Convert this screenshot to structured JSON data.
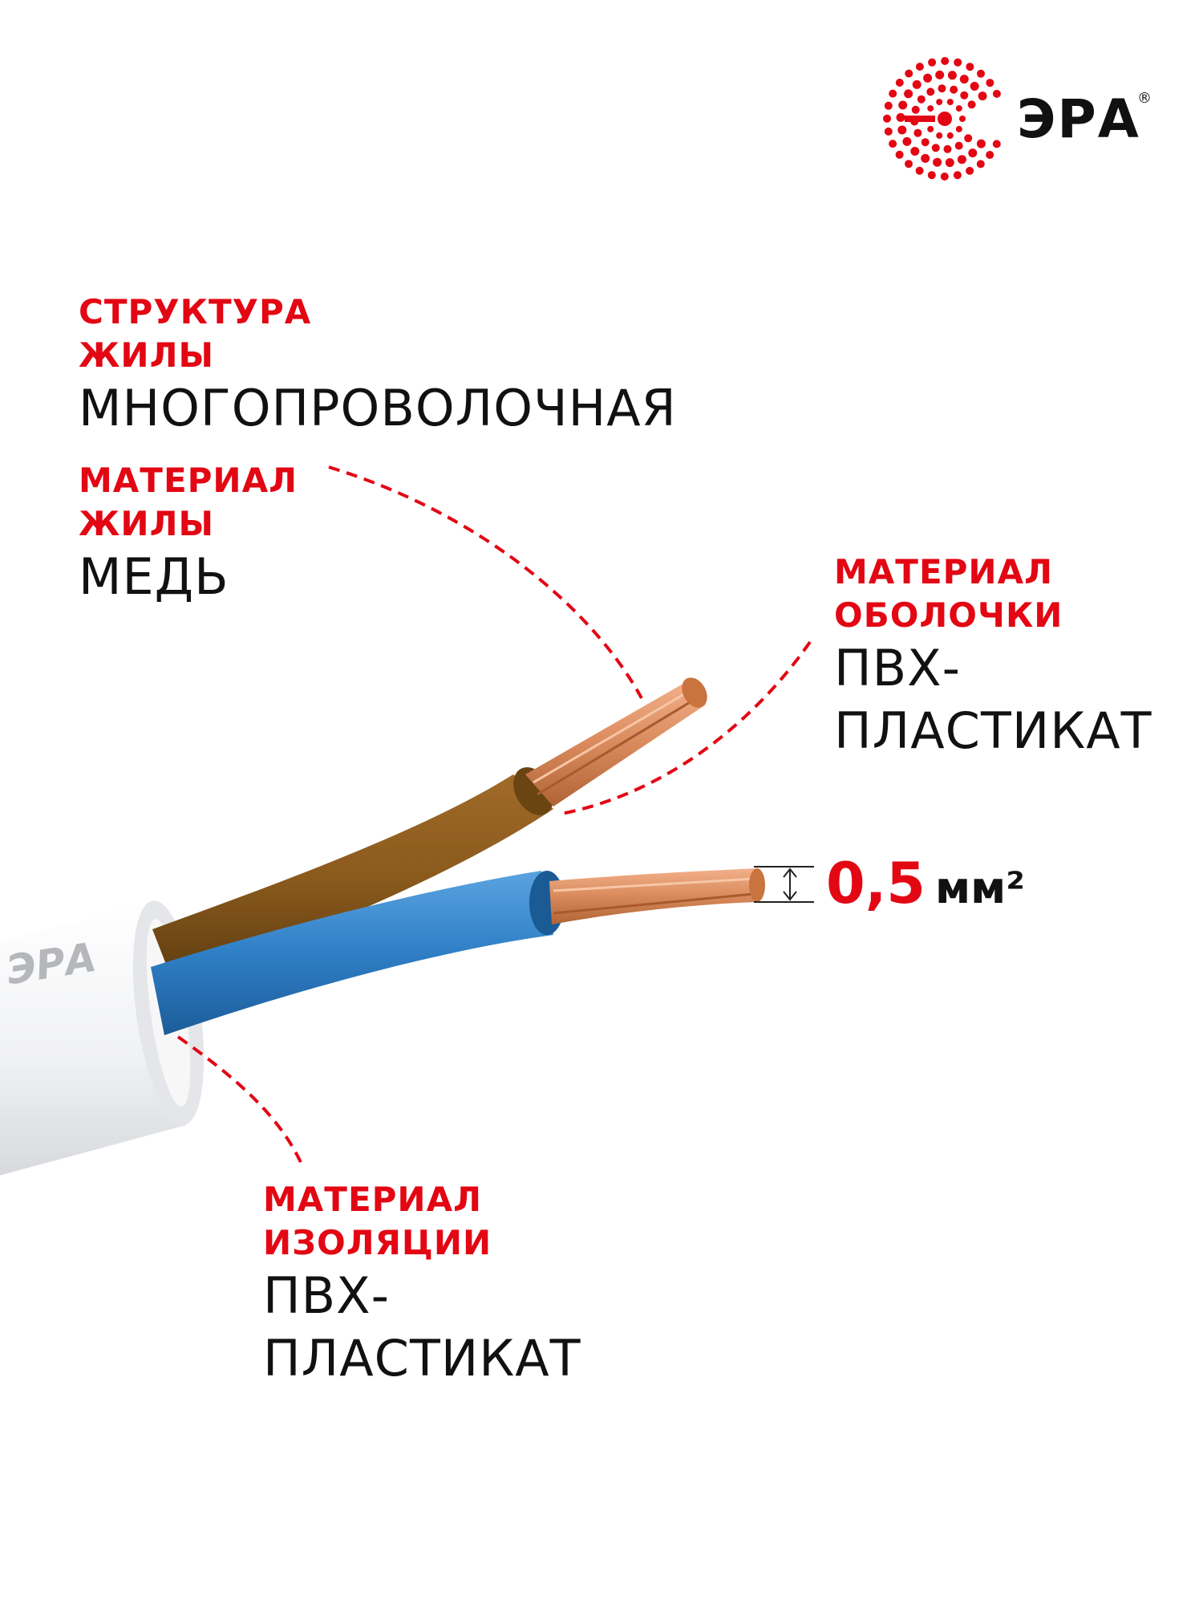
{
  "brand": {
    "name": "ЭРА",
    "registered": "®"
  },
  "cable_print": "ЭРА",
  "callouts": {
    "core_structure": {
      "label_line1": "СТРУКТУРА",
      "label_line2": "ЖИЛЫ",
      "value": "МНОГОПРОВОЛОЧНАЯ"
    },
    "core_material": {
      "label_line1": "МАТЕРИАЛ",
      "label_line2": "ЖИЛЫ",
      "value": "МЕДЬ"
    },
    "sheath_material": {
      "label_line1": "МАТЕРИАЛ",
      "label_line2": "ОБОЛОЧКИ",
      "value_line1": "ПВХ-",
      "value_line2": "ПЛАСТИКАТ"
    },
    "insulation_material": {
      "label_line1": "МАТЕРИАЛ",
      "label_line2": "ИЗОЛЯЦИИ",
      "value_line1": "ПВХ-",
      "value_line2": "ПЛАСТИКАТ"
    }
  },
  "cross_section": {
    "value": "0,5",
    "unit": "мм²"
  },
  "colors": {
    "accent_red": "#e30613",
    "text_dark": "#111111",
    "brown_insulation": "#8a5a1c",
    "blue_insulation": "#2f7fc6",
    "copper": "#d98a5c",
    "sheath_white": "#eeeff1"
  }
}
